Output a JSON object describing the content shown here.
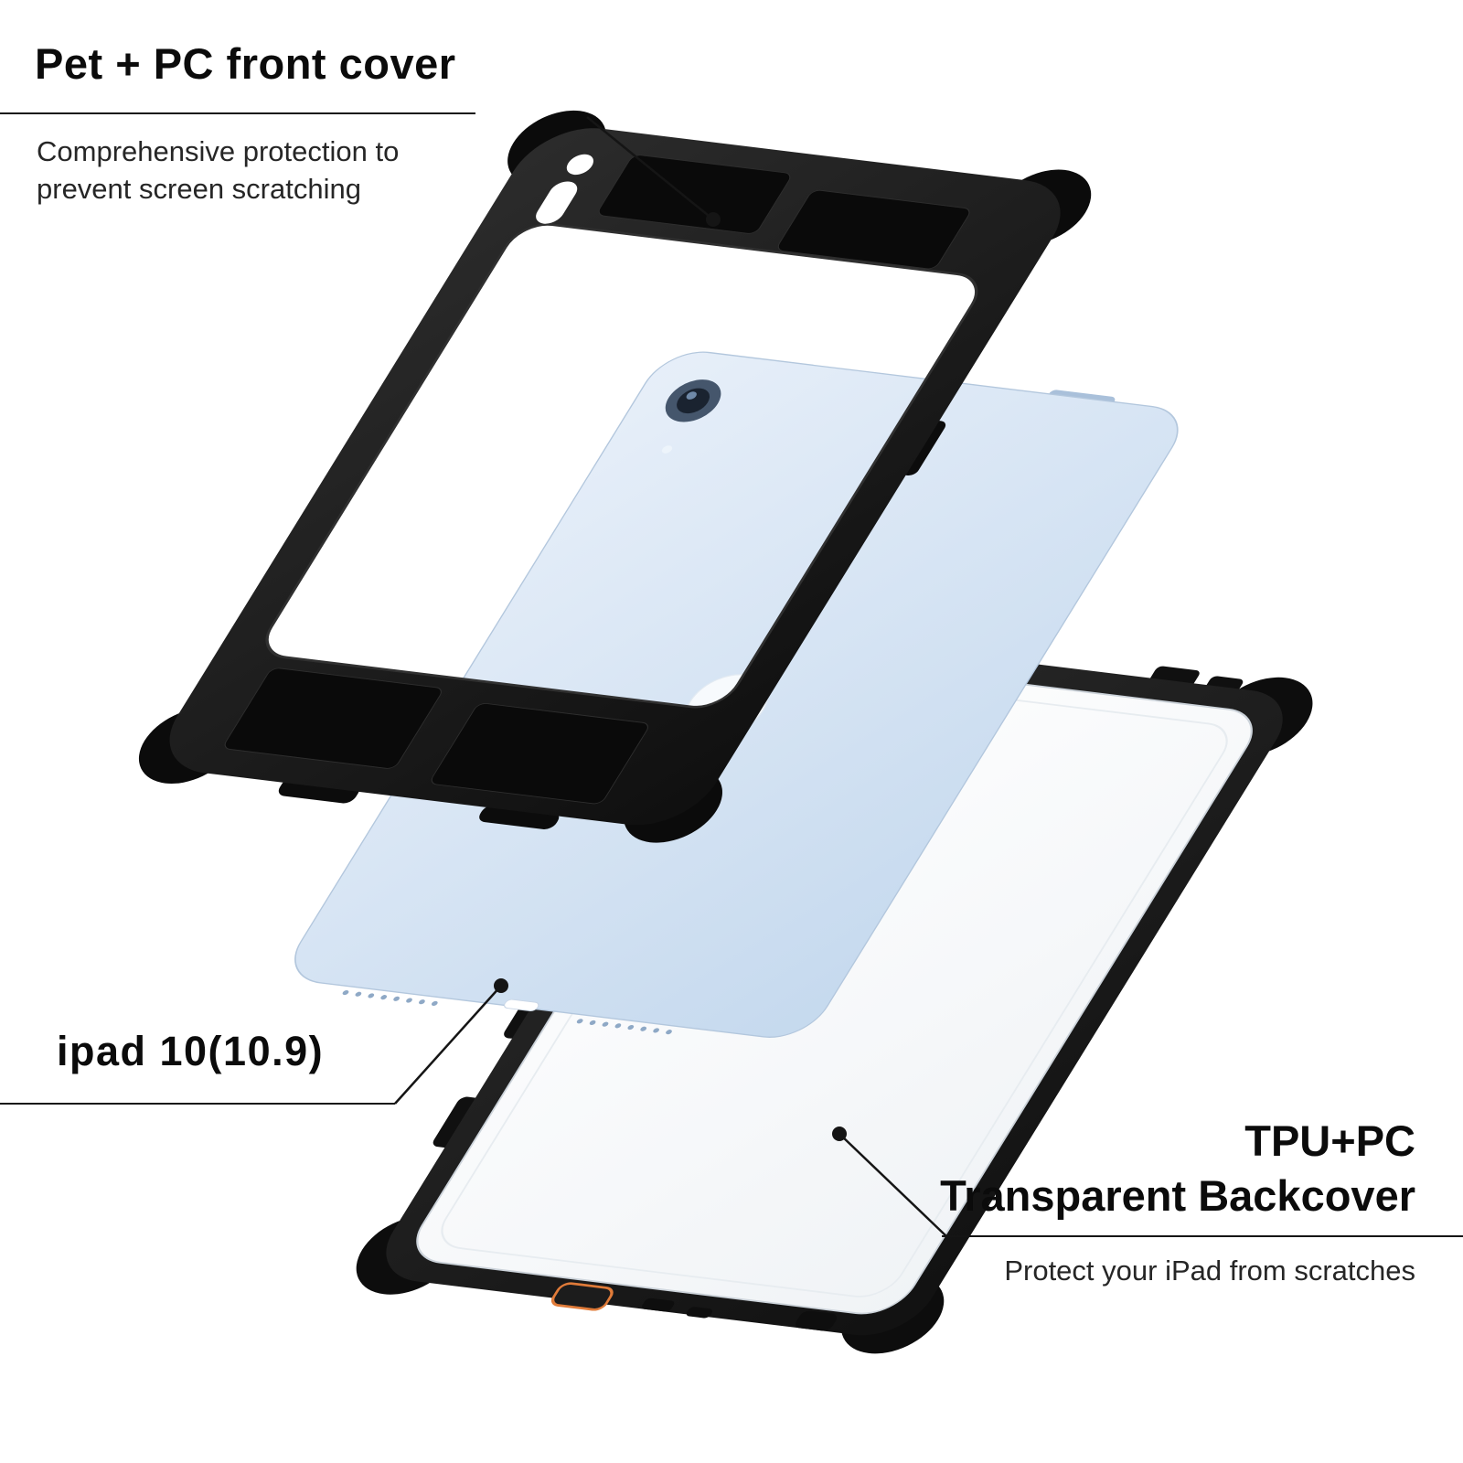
{
  "page": {
    "background": "#ffffff"
  },
  "colors": {
    "case_black": "#161616",
    "ipad_blue": "#cfdff1",
    "accent_orange": "#e07b39",
    "annotation_line": "#151515"
  },
  "annotations": {
    "front_cover": {
      "title": "Pet + PC front cover",
      "description": "Comprehensive protection to prevent screen scratching"
    },
    "ipad": {
      "label": "ipad 10(10.9)"
    },
    "back_cover": {
      "title_line1": "TPU+PC",
      "title_line2": "Transparent Backcover",
      "description": "Protect your iPad from scratches"
    }
  }
}
